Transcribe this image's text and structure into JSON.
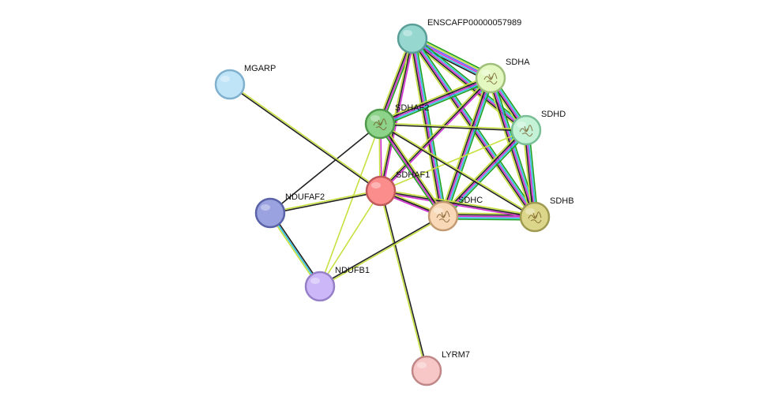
{
  "nodes": [
    {
      "id": "ENSCAFP00000057989",
      "label": "ENSCAFP00000057989",
      "fill": "#96d8d0",
      "stroke": "#5a9e98",
      "texture": "none"
    },
    {
      "id": "SDHA",
      "label": "SDHA",
      "fill": "#e3f7c0",
      "stroke": "#9fc07a",
      "texture": "protein"
    },
    {
      "id": "SDHAF2",
      "label": "SDHAF2",
      "fill": "#8ed38a",
      "stroke": "#4e9a4a",
      "texture": "protein"
    },
    {
      "id": "SDHD",
      "label": "SDHD",
      "fill": "#c4f2d6",
      "stroke": "#79be97",
      "texture": "protein"
    },
    {
      "id": "MGARP",
      "label": "MGARP",
      "fill": "#bfe4f8",
      "stroke": "#7fb0ce",
      "texture": "none"
    },
    {
      "id": "SDHAF1",
      "label": "SDHAF1",
      "fill": "#fb8d8d",
      "stroke": "#c05a5a",
      "texture": "none"
    },
    {
      "id": "SDHC",
      "label": "SDHC",
      "fill": "#f8d8b6",
      "stroke": "#c49a72",
      "texture": "protein"
    },
    {
      "id": "SDHB",
      "label": "SDHB",
      "fill": "#dcd68a",
      "stroke": "#9f9a52",
      "texture": "protein"
    },
    {
      "id": "NDUFAF2",
      "label": "NDUFAF2",
      "fill": "#9aa2e0",
      "stroke": "#5a62a8",
      "texture": "none"
    },
    {
      "id": "NDUFB1",
      "label": "NDUFB1",
      "fill": "#ccb8f8",
      "stroke": "#9580c8",
      "texture": "none"
    },
    {
      "id": "LYRM7",
      "label": "LYRM7",
      "fill": "#f7c7c7",
      "stroke": "#c08787",
      "texture": "none"
    }
  ],
  "edge_colors": {
    "coexpression": "#222222",
    "textmining": "#c8e040",
    "experiments": "#d02ad0",
    "databases": "#30c0e0",
    "neighborhood": "#20a020",
    "homology": "#6060ff"
  },
  "edges": [
    {
      "a": "ENSCAFP00000057989",
      "b": "SDHA",
      "types": [
        "neighborhood",
        "textmining",
        "homology",
        "experiments",
        "databases",
        "coexpression"
      ]
    },
    {
      "a": "ENSCAFP00000057989",
      "b": "SDHD",
      "types": [
        "neighborhood",
        "databases",
        "experiments",
        "coexpression",
        "textmining"
      ]
    },
    {
      "a": "ENSCAFP00000057989",
      "b": "SDHB",
      "types": [
        "neighborhood",
        "databases",
        "experiments",
        "coexpression",
        "textmining"
      ]
    },
    {
      "a": "ENSCAFP00000057989",
      "b": "SDHC",
      "types": [
        "neighborhood",
        "databases",
        "experiments",
        "coexpression",
        "textmining"
      ]
    },
    {
      "a": "ENSCAFP00000057989",
      "b": "SDHAF2",
      "types": [
        "neighborhood",
        "experiments",
        "coexpression",
        "textmining"
      ]
    },
    {
      "a": "ENSCAFP00000057989",
      "b": "SDHAF1",
      "types": [
        "experiments",
        "coexpression",
        "textmining"
      ]
    },
    {
      "a": "SDHA",
      "b": "SDHD",
      "types": [
        "neighborhood",
        "databases",
        "experiments",
        "coexpression",
        "textmining"
      ]
    },
    {
      "a": "SDHA",
      "b": "SDHB",
      "types": [
        "neighborhood",
        "databases",
        "experiments",
        "coexpression",
        "textmining"
      ]
    },
    {
      "a": "SDHA",
      "b": "SDHC",
      "types": [
        "neighborhood",
        "databases",
        "experiments",
        "coexpression",
        "textmining"
      ]
    },
    {
      "a": "SDHA",
      "b": "SDHAF2",
      "types": [
        "neighborhood",
        "databases",
        "experiments",
        "coexpression",
        "textmining"
      ]
    },
    {
      "a": "SDHA",
      "b": "SDHAF1",
      "types": [
        "experiments",
        "coexpression",
        "textmining"
      ]
    },
    {
      "a": "SDHD",
      "b": "SDHB",
      "types": [
        "neighborhood",
        "databases",
        "experiments",
        "coexpression",
        "textmining"
      ]
    },
    {
      "a": "SDHD",
      "b": "SDHC",
      "types": [
        "neighborhood",
        "databases",
        "experiments",
        "coexpression",
        "textmining"
      ]
    },
    {
      "a": "SDHD",
      "b": "SDHAF2",
      "types": [
        "coexpression",
        "textmining"
      ]
    },
    {
      "a": "SDHD",
      "b": "SDHAF1",
      "types": [
        "textmining"
      ]
    },
    {
      "a": "SDHB",
      "b": "SDHC",
      "types": [
        "neighborhood",
        "databases",
        "experiments",
        "coexpression",
        "textmining"
      ]
    },
    {
      "a": "SDHB",
      "b": "SDHAF2",
      "types": [
        "coexpression",
        "textmining"
      ]
    },
    {
      "a": "SDHB",
      "b": "SDHAF1",
      "types": [
        "experiments",
        "coexpression",
        "textmining"
      ]
    },
    {
      "a": "SDHC",
      "b": "SDHAF2",
      "types": [
        "neighborhood",
        "experiments",
        "coexpression",
        "textmining"
      ]
    },
    {
      "a": "SDHC",
      "b": "SDHAF1",
      "types": [
        "experiments",
        "coexpression",
        "textmining"
      ]
    },
    {
      "a": "SDHAF2",
      "b": "SDHAF1",
      "types": [
        "experiments",
        "textmining"
      ]
    },
    {
      "a": "SDHAF2",
      "b": "NDUFAF2",
      "types": [
        "coexpression"
      ]
    },
    {
      "a": "SDHAF2",
      "b": "NDUFB1",
      "types": [
        "textmining"
      ]
    },
    {
      "a": "SDHAF1",
      "b": "MGARP",
      "types": [
        "coexpression",
        "textmining"
      ]
    },
    {
      "a": "SDHAF1",
      "b": "NDUFAF2",
      "types": [
        "coexpression",
        "textmining"
      ]
    },
    {
      "a": "SDHAF1",
      "b": "NDUFB1",
      "types": [
        "textmining"
      ]
    },
    {
      "a": "SDHAF1",
      "b": "LYRM7",
      "types": [
        "coexpression",
        "textmining"
      ]
    },
    {
      "a": "NDUFAF2",
      "b": "NDUFB1",
      "types": [
        "coexpression",
        "databases",
        "textmining"
      ]
    },
    {
      "a": "NDUFB1",
      "b": "SDHC",
      "types": [
        "coexpression",
        "textmining"
      ]
    },
    {
      "a": "SDHC",
      "b": "SDHAF1",
      "types": [
        "coexpression"
      ]
    }
  ]
}
